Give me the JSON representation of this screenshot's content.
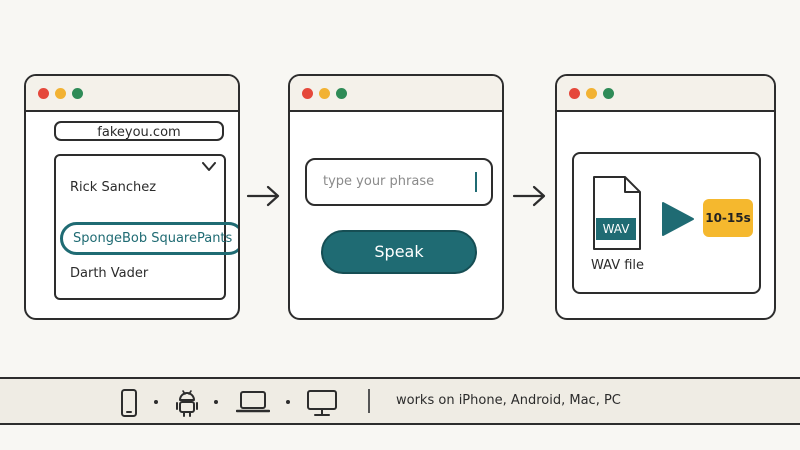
{
  "colors": {
    "accent": "#1f6b73",
    "badge": "#f5b82e",
    "dot_red": "#e5483b",
    "dot_yellow": "#f2b233",
    "dot_green": "#2e8b57"
  },
  "step1": {
    "url": "fakeyou.com",
    "voices": [
      "Rick Sanchez",
      "SpongeBob SquarePants",
      "Darth Vader"
    ],
    "selected_voice": "SpongeBob SquarePants"
  },
  "step2": {
    "phrase_placeholder": "type your phrase",
    "speak_label": "Speak"
  },
  "step3": {
    "file_tag": "WAV",
    "file_label": "WAV file",
    "duration": "10-15s"
  },
  "footer": {
    "devices": [
      "phone-icon",
      "android-icon",
      "laptop-icon",
      "monitor-icon"
    ],
    "text": "works on iPhone, Android, Mac, PC"
  }
}
